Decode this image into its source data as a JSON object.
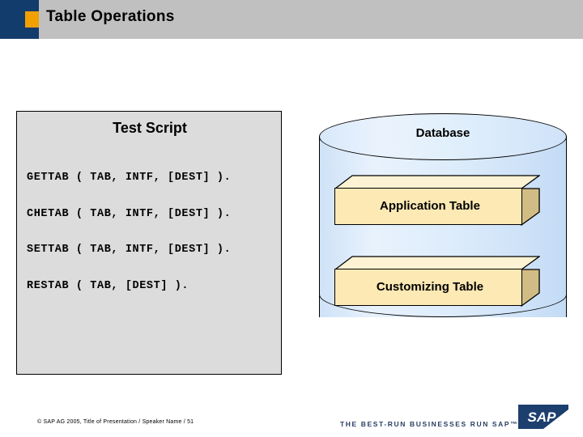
{
  "header": {
    "title": "Table Operations",
    "accent_blue": "#123c6b",
    "accent_orange": "#f0a000",
    "bar_gray": "#c0c0c0"
  },
  "script_panel": {
    "title": "Test Script",
    "background": "#dcdcdc",
    "lines": [
      "GETTAB ( TAB, INTF, [DEST] ).",
      "CHETAB ( TAB, INTF, [DEST] ).",
      "SETTAB ( TAB, INTF, [DEST] ).",
      "RESTAB ( TAB, [DEST] )."
    ]
  },
  "database": {
    "label": "Database",
    "cylinder_color": "#ddecfb",
    "tables": [
      {
        "label": "Application Table",
        "face_color": "#fce9b4",
        "side_color": "#d2bc85"
      },
      {
        "label": "Customizing Table",
        "face_color": "#fce9b4",
        "side_color": "#d2bc85"
      }
    ]
  },
  "footer": {
    "copyright": "©  SAP AG 2005, Title of Presentation / Speaker Name / 51",
    "tagline": "THE BEST-RUN BUSINESSES RUN SAP™",
    "logo_text": "SAP",
    "logo_color": "#1c3f6e"
  }
}
